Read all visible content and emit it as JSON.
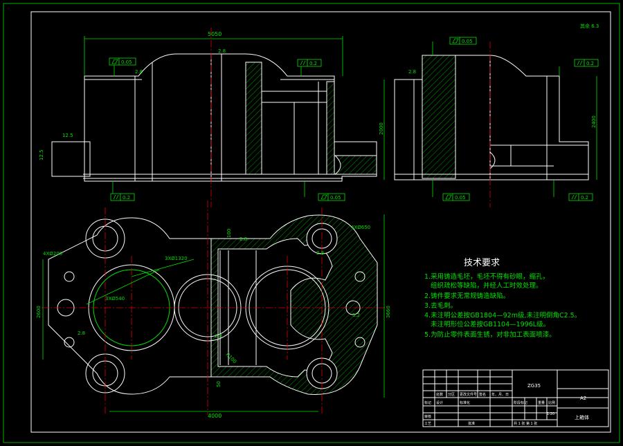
{
  "dimensions": {
    "top_width": "5050",
    "top_dist": "2.8",
    "top_step_left": "2.8",
    "left_small_a": "12.5",
    "left_small_b": "12.5",
    "right_height_a": "2000",
    "right_height_b": "2400",
    "right_small": "2.8",
    "bottom_width": "4000",
    "left_height": "2600",
    "right_height": "3660",
    "hole_4x200": "4XØ200",
    "hole_3x1320": "3XØ1320",
    "hole_3x540": "3XØ540",
    "hole_4x650": "4XØ650",
    "rib_100": "100",
    "rib_r100": "R100",
    "rib_50": "50",
    "s_28_a": "2.8",
    "s_28_b": "2.8",
    "s_28_c": "2.8",
    "s_28_d": "2.8",
    "s_32": "3.2",
    "s_28_e": "2.8"
  },
  "tolerances": {
    "top_flat": "0.05",
    "top_par": "0.2",
    "bottom_par_left": "0.2",
    "bottom_flat": "0.05",
    "right_top_flat": "0.05",
    "right_par": "0.2",
    "right_bottom_flat": "0.05",
    "right_bottom_par": "0.2"
  },
  "roughness_note": "其余 6.3",
  "technical": {
    "title": "技术要求",
    "lines": [
      "1.采用铸造毛坯，毛坯不得有砂眼，缩孔，",
      "   组织疏松等缺陷，并经人工时效处理。",
      "2.铸件要求无常规铸造缺陷。",
      "3.去毛刺。",
      "4.未注明公差按GB1804—92m级,未注明倒角C2.5。",
      "   未注明形位公差按GB1104—1996L级。",
      "5.为防止零件表面生锈，对非加工表面喷漆。"
    ]
  },
  "title_block": {
    "material": "ZG35",
    "size": "A2",
    "part_name": "上箱体",
    "row_labels": [
      "标记",
      "处数",
      "分区",
      "更改文件号",
      "签名",
      "年、月、日"
    ],
    "design": "设计",
    "audit": "审核",
    "process": "工艺",
    "standard": "标准化",
    "approve": "批准",
    "stage": "阶段标记",
    "weight": "重量",
    "scale": "比例",
    "ratio": "1:20",
    "sheets": "共  1  张  第  1  张"
  }
}
